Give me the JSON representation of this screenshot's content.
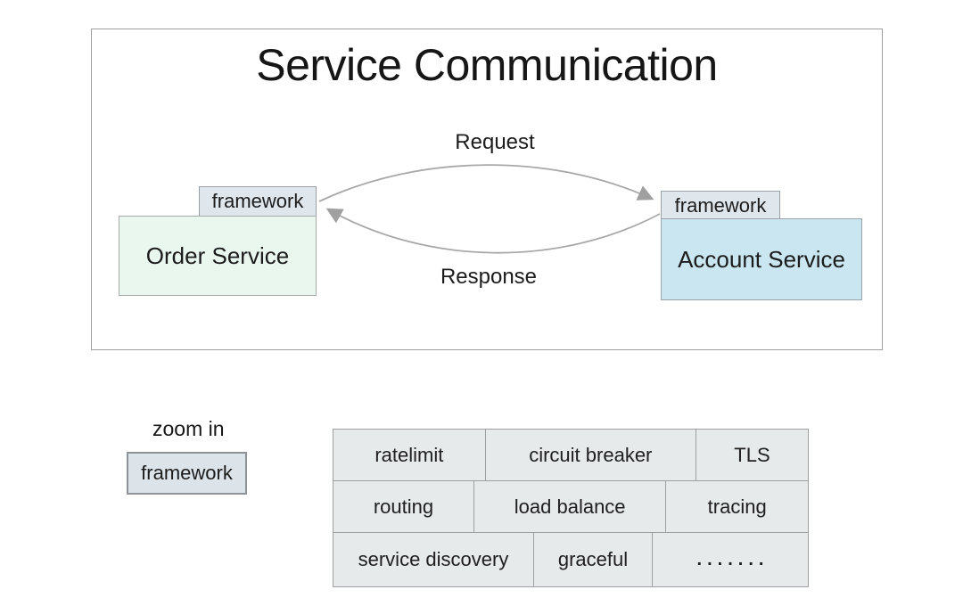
{
  "diagram": {
    "title": "Service Communication",
    "request_label": "Request",
    "response_label": "Response",
    "left_service": {
      "tab_label": "framework",
      "name": "Order Service"
    },
    "right_service": {
      "tab_label": "framework",
      "name": "Account Service"
    }
  },
  "zoom_section": {
    "label": "zoom in",
    "framework_label": "framework",
    "grid_rows": [
      {
        "cells": [
          "ratelimit",
          "circuit breaker",
          "TLS"
        ]
      },
      {
        "cells": [
          "routing",
          "load balance",
          "tracing"
        ]
      },
      {
        "cells": [
          "service discovery",
          "graceful",
          "......."
        ]
      }
    ]
  },
  "colors": {
    "order_service_fill": "#e9f7ef",
    "account_service_fill": "#c9e6f1",
    "framework_tab_fill": "#dfe6ec",
    "zoom_framework_fill": "#dce3e9",
    "grid_cell_fill": "#e6eaea",
    "arrow_stroke": "#a8a8a8",
    "border_gray": "#9e9e9e",
    "text": "#1b1b1b"
  }
}
